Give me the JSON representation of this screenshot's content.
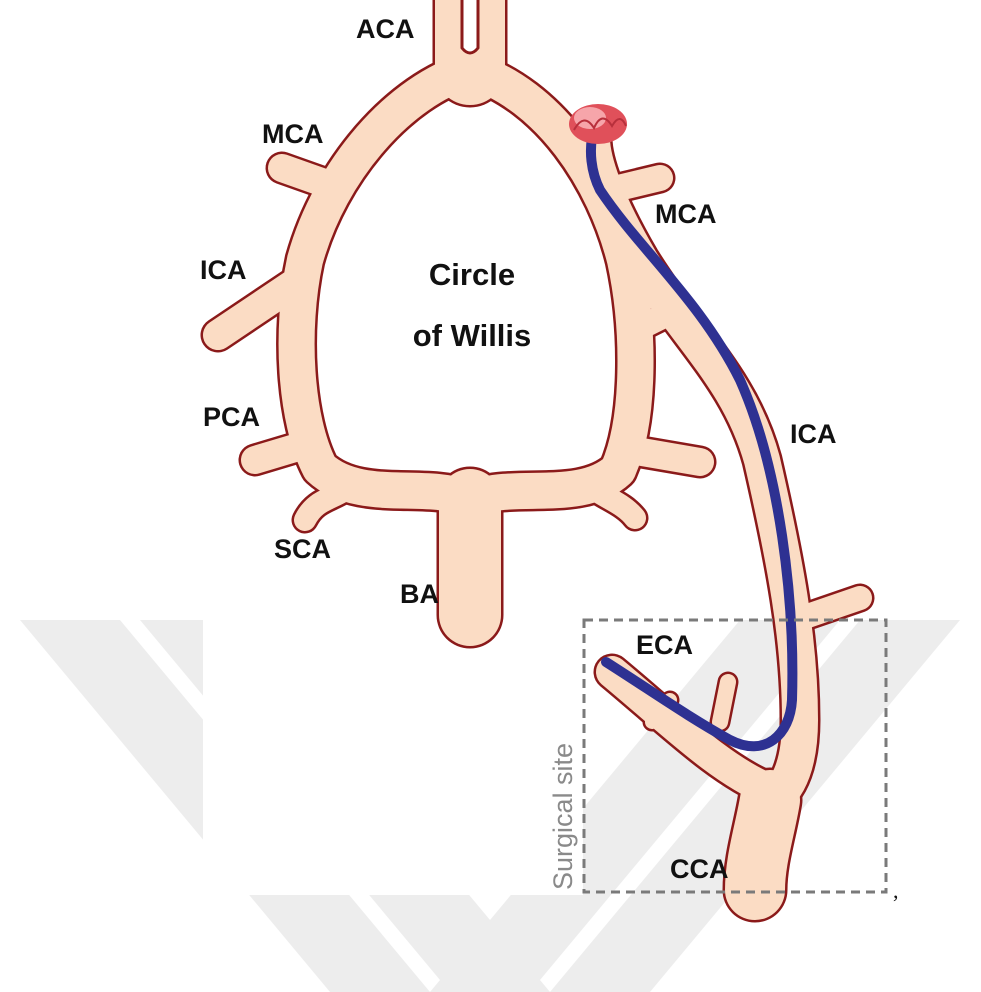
{
  "colors": {
    "vessel_fill": "#fbdcc4",
    "vessel_outline": "#8b1a1a",
    "catheter": "#2e3192",
    "aneurysm": "#e0505a",
    "box_border": "#7a7a7a",
    "watermark": "#ededed"
  },
  "title": {
    "line1": "Circle",
    "line2": "of Willis"
  },
  "labels": {
    "aca": "ACA",
    "mca_left": "MCA",
    "ica_left": "ICA",
    "pca": "PCA",
    "sca": "SCA",
    "ba": "BA",
    "mca_right": "MCA",
    "ica_right": "ICA",
    "eca": "ECA",
    "cca": "CCA"
  },
  "surgical_site": "Surgical site",
  "trailing_mark": ","
}
